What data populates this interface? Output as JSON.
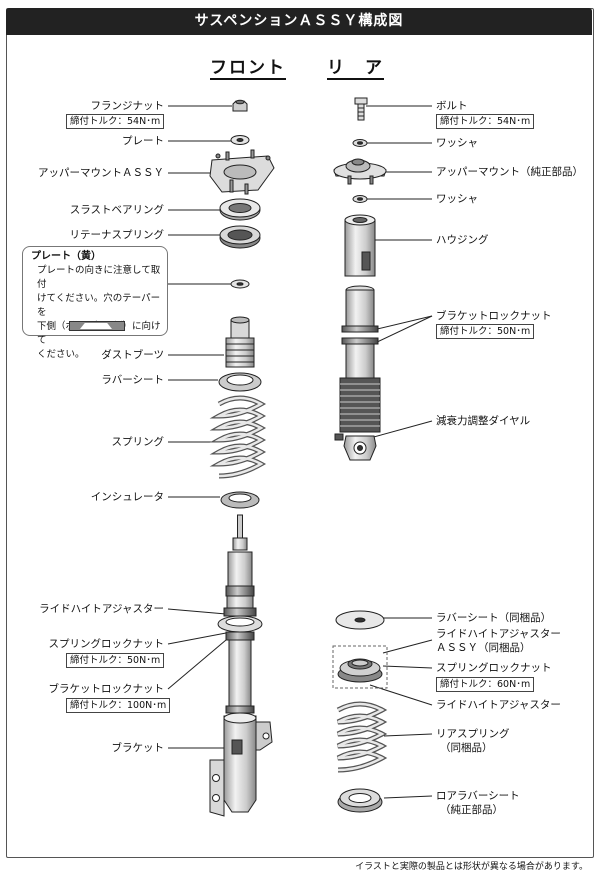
{
  "title": "サスペンションＡＳＳＹ構成図",
  "sections": {
    "front": "フロント",
    "rear": "リ　ア"
  },
  "front": {
    "flange_nut": "フランジナット",
    "flange_nut_torque": "締付トルク：54N･m",
    "plate": "プレート",
    "upper_mount": "アッパーマウントＡＳＳＹ",
    "thrust_bearing": "スラストベアリング",
    "retainer_spring": "リテーナスプリング",
    "dust_boot": "ダストブーツ",
    "rubber_seat": "ラバーシート",
    "spring": "スプリング",
    "insulator": "インシュレータ",
    "ride_height_adjuster": "ライドハイトアジャスター",
    "spring_lock_nut": "スプリングロックナット",
    "spring_lock_nut_torque": "締付トルク：50N･m",
    "bracket_lock_nut": "ブラケットロックナット",
    "bracket_lock_nut_torque": "締付トルク：100N･m",
    "bracket": "ブラケット"
  },
  "note": {
    "title": "プレート（黄）",
    "line1": "プレートの向きに注意して取付",
    "line2": "けてください。穴のテーパーを",
    "line3": "下側（ボルト根元側）に向けて",
    "line4": "ください。"
  },
  "rear": {
    "bolt": "ボルト",
    "bolt_torque": "締付トルク：54N･m",
    "washer1": "ワッシャ",
    "upper_mount": "アッパーマウント（純正部品）",
    "washer2": "ワッシャ",
    "housing": "ハウジング",
    "bracket_lock_nut": "ブラケットロックナット",
    "bracket_lock_nut_torque": "締付トルク：50N･m",
    "damping_dial": "減衰力調整ダイヤル",
    "rubber_seat": "ラバーシート（同梱品）",
    "rha_assy": "ライドハイトアジャスター",
    "rha_assy2": "ＡＳＳＹ（同梱品）",
    "spring_lock_nut": "スプリングロックナット",
    "spring_lock_nut_torque": "締付トルク：60N･m",
    "rha": "ライドハイトアジャスター",
    "rear_spring": "リアスプリング",
    "rear_spring2": "（同梱品）",
    "lower_rubber_seat": "ロアラバーシート",
    "lower_rubber_seat2": "（純正部品）"
  },
  "footnote": "イラストと実際の製品とは形状が異なる場合があります。"
}
